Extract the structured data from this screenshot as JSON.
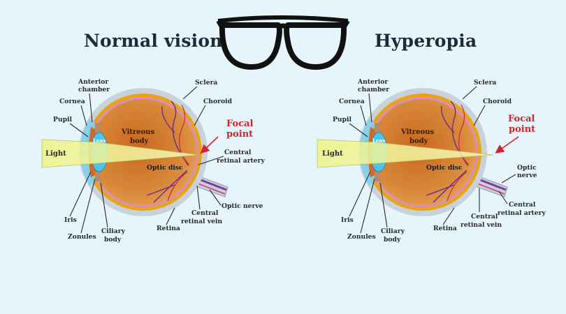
{
  "titles": {
    "left": "Normal vision",
    "right": "Hyperopia"
  },
  "labels": {
    "anterior": "Anterior",
    "chamber": "chamber",
    "sclera": "Sclera",
    "cornea": "Cornea",
    "choroid": "Choroid",
    "pupil": "Pupil",
    "vitreous": "Vitreous",
    "body": "body",
    "lens": "Lens",
    "light": "Light",
    "focal": "Focal",
    "point": "point",
    "central": "Central",
    "retinal_artery": "retinal artery",
    "optic_disc": "Optic disc",
    "optic": "Optic",
    "nerve": "nerve",
    "optic_nerve": "Optic nerve",
    "iris": "Iris",
    "zonules": "Zonules",
    "ciliary": "Ciliary",
    "retina": "Retina",
    "retinal_vein": "retinal vein",
    "central_retinal_artery": "Central retinal artery"
  },
  "colors": {
    "background": "#e6f4fb",
    "light_beam": "#f4f79a",
    "focal_red": "#d2232a",
    "sclera": "#c9d2d8",
    "choroid": "#e8a317",
    "vitreous": "#d9822b",
    "lens": "#4fc3e8",
    "glasses": "#111111"
  },
  "icons": {
    "glasses": "glasses-icon",
    "arrow": "arrow-icon"
  }
}
